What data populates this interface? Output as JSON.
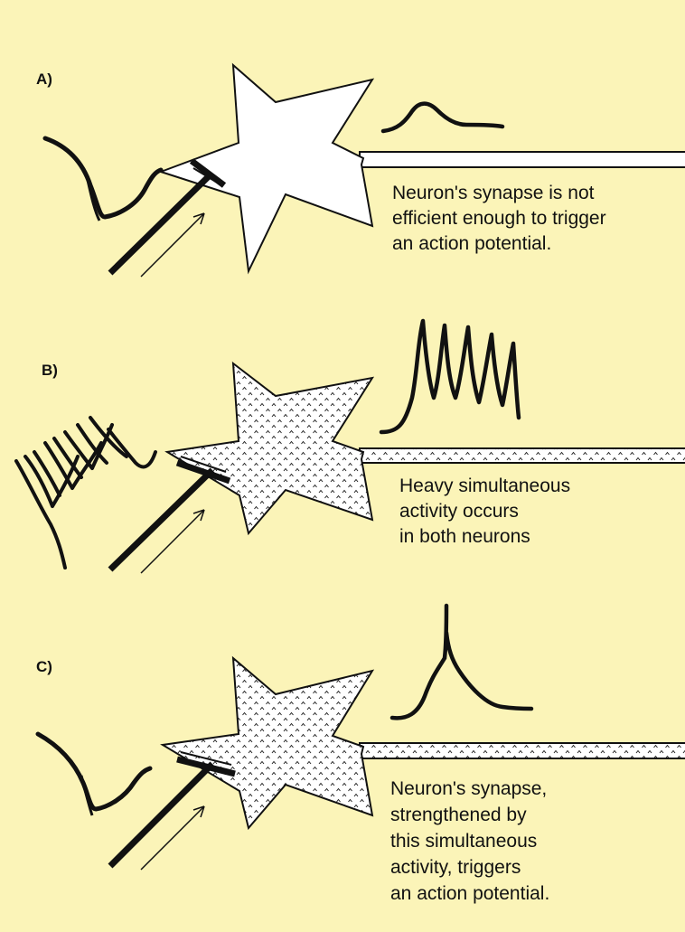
{
  "panels": [
    {
      "label": "A)",
      "caption_lines": [
        "Neuron's synapse is not",
        "efficient enough to trigger",
        "an action potential."
      ]
    },
    {
      "label": "B)",
      "caption_lines": [
        "Heavy simultaneous",
        "activity occurs",
        "in both neurons"
      ]
    },
    {
      "label": "C)",
      "caption_lines": [
        "Neuron's synapse,",
        "strengthened by",
        "this simultaneous",
        "activity, triggers",
        "an action potential."
      ]
    }
  ],
  "colors": {
    "background": "#fbf4b8",
    "ink": "#111111",
    "neuron_fill": "#ffffff"
  }
}
